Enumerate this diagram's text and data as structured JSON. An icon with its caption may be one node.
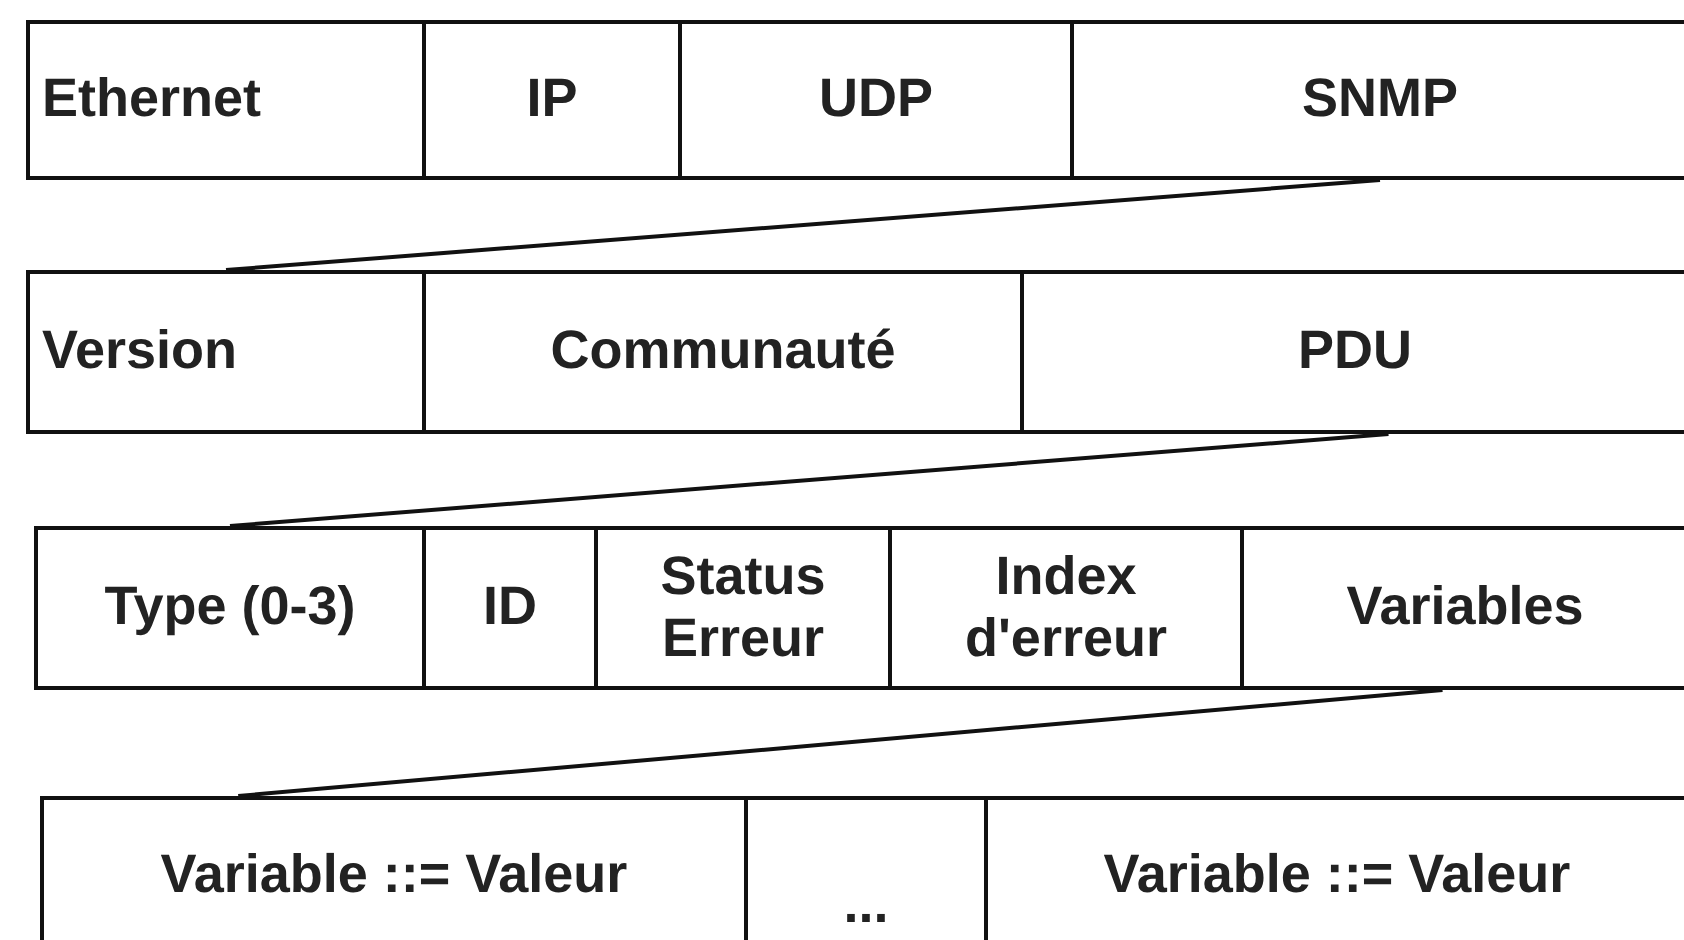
{
  "diagram": {
    "nodes": [
      {
        "text": [
          "Ethernet"
        ]
      },
      {
        "text": [
          "IP"
        ]
      },
      {
        "text": [
          "UDP"
        ]
      },
      {
        "text": [
          "SNMP"
        ]
      },
      {
        "text": [
          "Version"
        ]
      },
      {
        "text": [
          "Communauté"
        ]
      },
      {
        "text": [
          "PDU"
        ]
      },
      {
        "text": [
          "Type (0-3)"
        ]
      },
      {
        "text": [
          "ID"
        ]
      },
      {
        "text": [
          "Status Erreur"
        ]
      },
      {
        "text": [
          "Index d'erreur"
        ]
      },
      {
        "text": [
          "Variables"
        ]
      },
      {
        "text": [
          "Variable ::= Valeur"
        ]
      },
      {
        "text": [
          "..."
        ]
      },
      {
        "text": [
          "Variable ::= Valeur"
        ]
      }
    ],
    "edges": [
      {
        "from": 3,
        "to": 4,
        "arrow": "none"
      },
      {
        "from": 6,
        "to": 7,
        "arrow": "none"
      },
      {
        "from": 11,
        "to": 12,
        "arrow": "none"
      }
    ]
  }
}
